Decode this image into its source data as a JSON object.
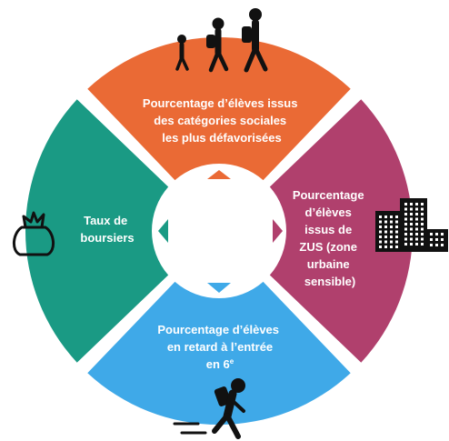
{
  "segments": {
    "top": {
      "color": "#ea6a35",
      "lines": [
        "Pourcentage d’élèves issus",
        "des catégories sociales",
        "les plus défavorisées"
      ],
      "icon": "walking-family-icon"
    },
    "right": {
      "color": "#b0406d",
      "lines": [
        "Pourcentage",
        "d’élèves",
        "issus de",
        "ZUS (zone",
        "urbaine",
        "sensible)"
      ],
      "icon": "city-buildings-icon"
    },
    "bottom": {
      "color": "#3fa9e8",
      "lines": [
        "Pourcentage d’élèves",
        "en retard à l’entrée"
      ],
      "line3": "en 6",
      "line3_sup": "e",
      "icon": "running-late-student-icon"
    },
    "left": {
      "color": "#1a9a84",
      "lines": [
        "Taux de",
        "boursiers"
      ],
      "icon": "money-bag-icon"
    }
  },
  "center_color": "#ffffff"
}
